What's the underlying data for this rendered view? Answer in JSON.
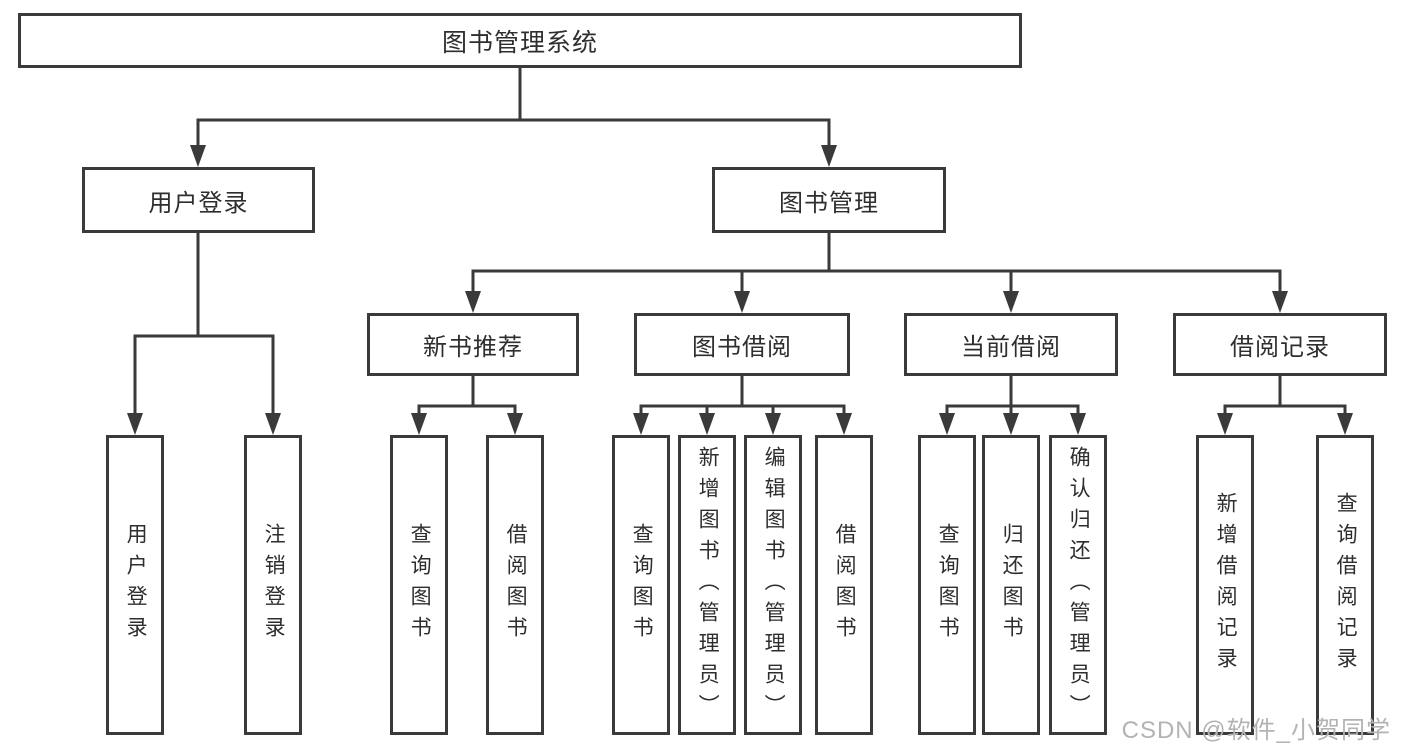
{
  "diagram": {
    "root": {
      "label": "图书管理系统",
      "children": [
        {
          "label": "用户登录",
          "children": [
            {
              "label": "用户登录"
            },
            {
              "label": "注销登录"
            }
          ]
        },
        {
          "label": "图书管理",
          "children": [
            {
              "label": "新书推荐",
              "children": [
                {
                  "label": "查询图书"
                },
                {
                  "label": "借阅图书"
                }
              ]
            },
            {
              "label": "图书借阅",
              "children": [
                {
                  "label": "查询图书"
                },
                {
                  "label": "新增图书（管理员）"
                },
                {
                  "label": "编辑图书（管理员）"
                },
                {
                  "label": "借阅图书"
                }
              ]
            },
            {
              "label": "当前借阅",
              "children": [
                {
                  "label": "查询图书"
                },
                {
                  "label": "归还图书"
                },
                {
                  "label": "确认归还（管理员）"
                }
              ]
            },
            {
              "label": "借阅记录",
              "children": [
                {
                  "label": "新增借阅记录"
                },
                {
                  "label": "查询借阅记录"
                }
              ]
            }
          ]
        }
      ]
    }
  },
  "watermark": "CSDN @软件_小贺同学",
  "colors": {
    "line": "#3a3a3a",
    "text": "#2e2e2e",
    "watermark": "#b4b2b5",
    "background": "#ffffff"
  }
}
